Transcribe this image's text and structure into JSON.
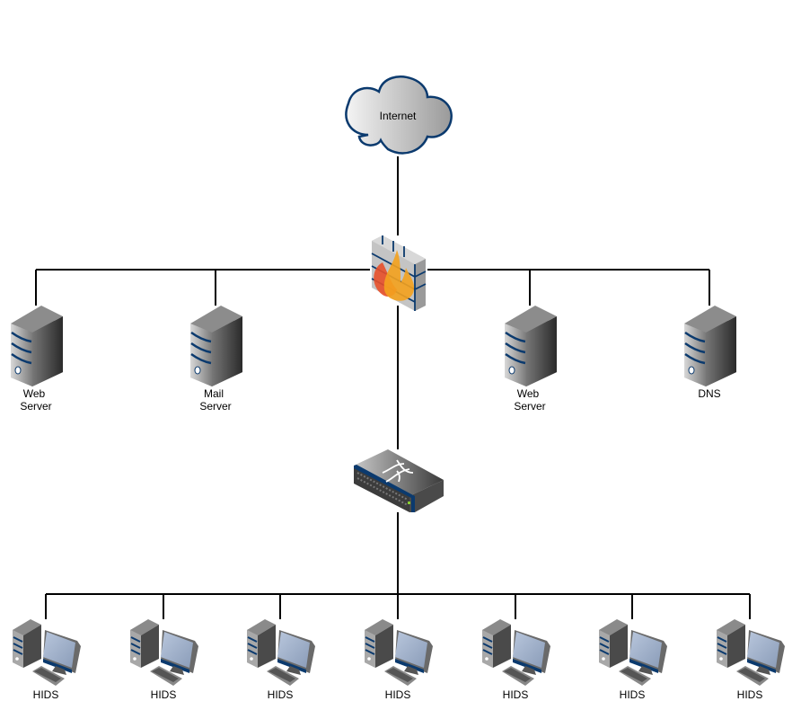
{
  "nodes": {
    "internet": {
      "label": "Internet",
      "icon": "cloud-icon"
    },
    "firewall": {
      "icon": "firewall-icon"
    },
    "switch": {
      "icon": "switch-icon"
    },
    "servers": [
      {
        "line1": "Web",
        "line2": "Server",
        "icon": "server-icon"
      },
      {
        "line1": "Mail",
        "line2": "Server",
        "icon": "server-icon"
      },
      {
        "line1": "Web",
        "line2": "Server",
        "icon": "server-icon"
      },
      {
        "line1": "DNS",
        "line2": "",
        "icon": "server-icon"
      }
    ],
    "hosts": [
      {
        "label": "HIDS",
        "icon": "workstation-icon"
      },
      {
        "label": "HIDS",
        "icon": "workstation-icon"
      },
      {
        "label": "HIDS",
        "icon": "workstation-icon"
      },
      {
        "label": "HIDS",
        "icon": "workstation-icon"
      },
      {
        "label": "HIDS",
        "icon": "workstation-icon"
      },
      {
        "label": "HIDS",
        "icon": "workstation-icon"
      },
      {
        "label": "HIDS",
        "icon": "workstation-icon"
      }
    ]
  },
  "colors": {
    "accent": "#0b3a6e",
    "line": "#000000"
  }
}
